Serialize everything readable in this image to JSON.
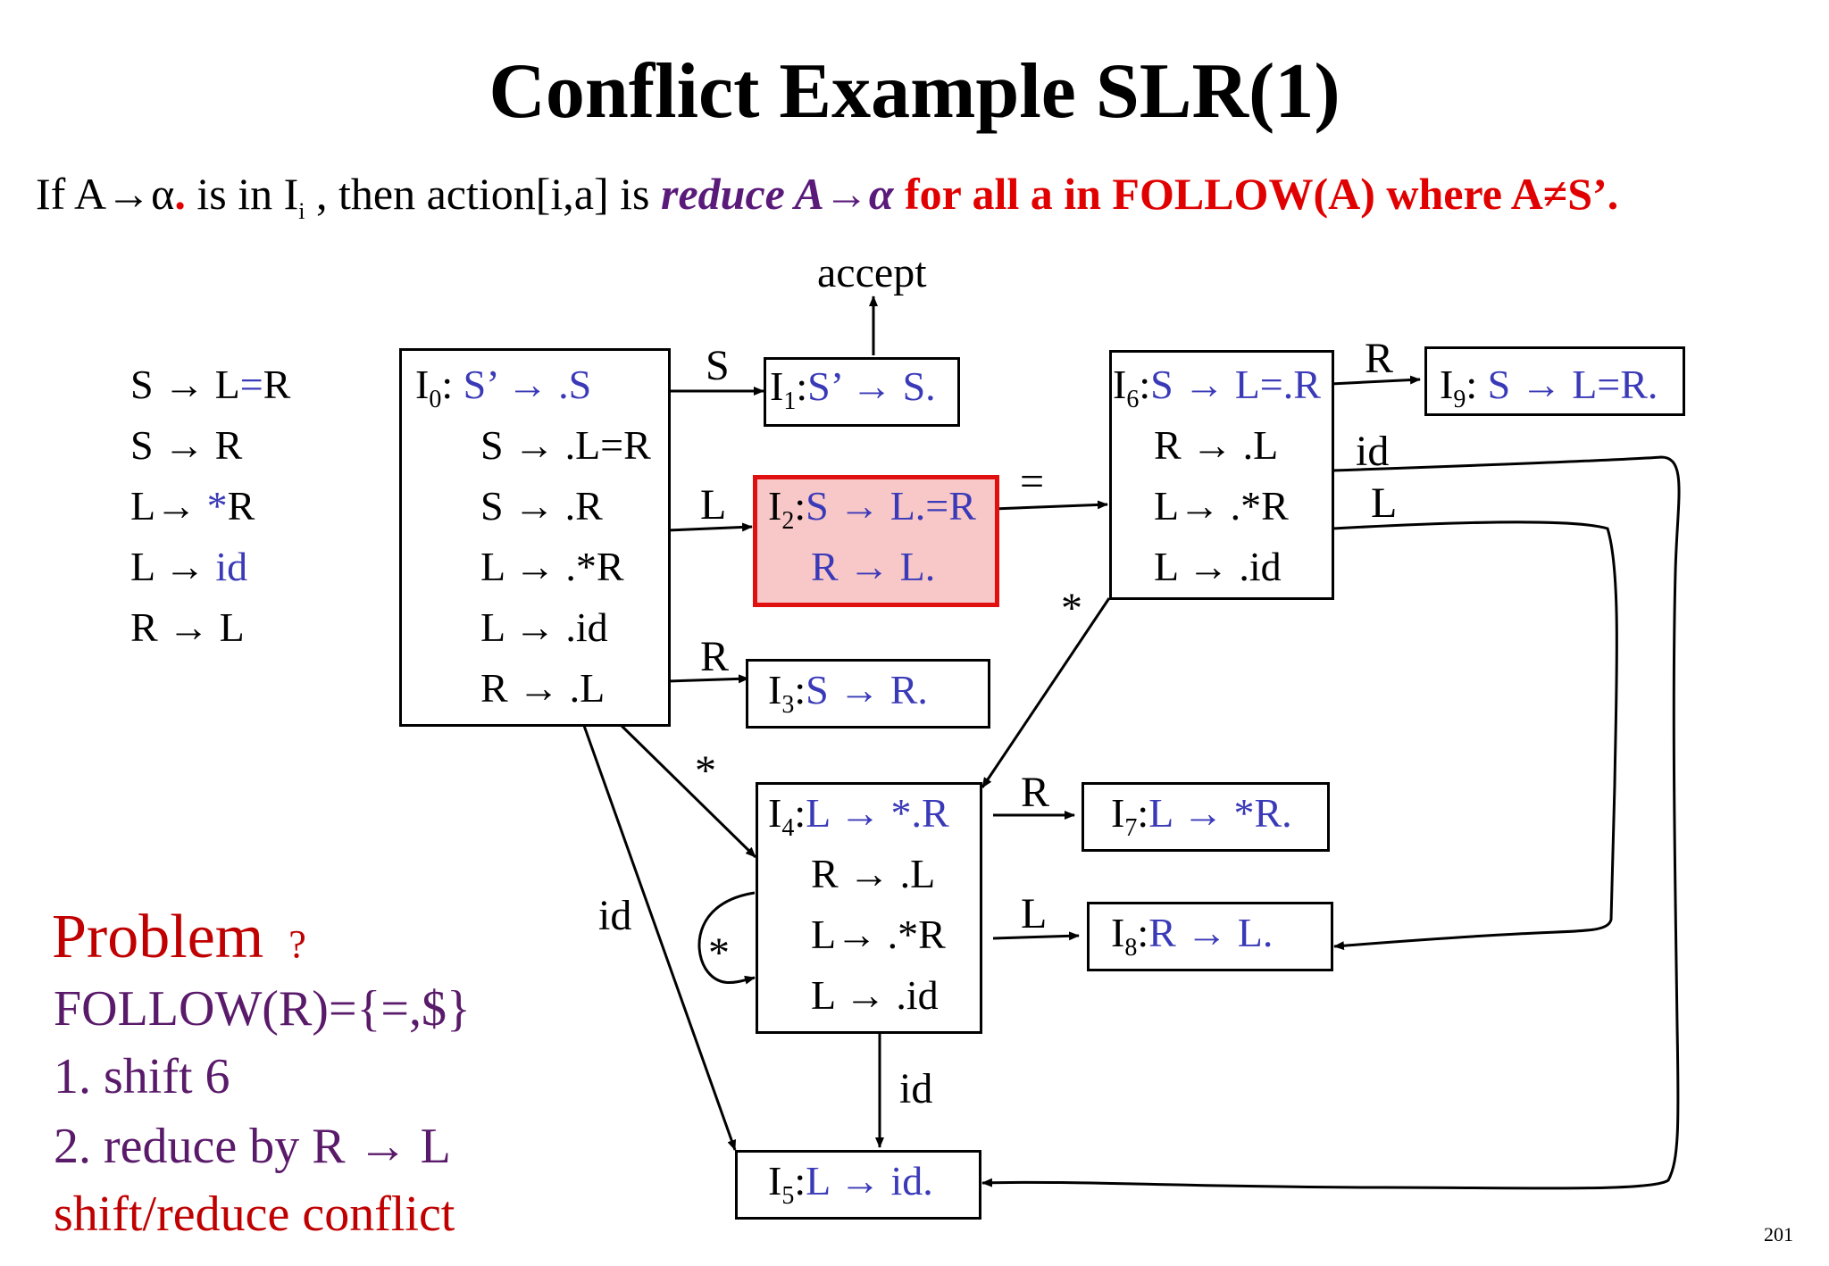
{
  "title": "Conflict Example SLR(1)",
  "rule": {
    "prefix": "If  A→α",
    "dot": ".",
    "middle": "  is in I",
    "sub": "i",
    "then": " , then action[i,a] is  ",
    "reduce": "reduce A→α",
    "follow": "  for all a in FOLLOW(A)",
    "where": "   where A≠S’."
  },
  "grammar": [
    {
      "lhs": "S → L",
      "rhs_blue": "=",
      "rhs_rest": "R"
    },
    {
      "lhs": "S → R",
      "rhs_blue": "",
      "rhs_rest": ""
    },
    {
      "lhs": "L→ ",
      "rhs_blue": "*",
      "rhs_rest": "R"
    },
    {
      "lhs": "L → ",
      "rhs_blue": "id",
      "rhs_rest": ""
    },
    {
      "lhs": "R → L",
      "rhs_blue": "",
      "rhs_rest": ""
    }
  ],
  "states": {
    "I0": {
      "name": "I",
      "sub": "0",
      "sep": ":  ",
      "first": "S’ → .S",
      "items": [
        "S → .L=R",
        "S → .R",
        "L → .*R",
        "L → .id",
        "R → .L"
      ]
    },
    "I1": {
      "name": "I",
      "sub": "1",
      "sep": ":",
      "first": "S’ → S."
    },
    "I2": {
      "name": "I",
      "sub": "2",
      "sep": ":",
      "first": "S → L.=R",
      "items": [
        "R → L."
      ]
    },
    "I3": {
      "name": "I",
      "sub": "3",
      "sep": ":",
      "first": "S → R."
    },
    "I4": {
      "name": "I",
      "sub": "4",
      "sep": ":",
      "first": "L → *.R",
      "items": [
        "R → .L",
        "L→ .*R",
        "L → .id"
      ]
    },
    "I5": {
      "name": "I",
      "sub": "5",
      "sep": ":",
      "first": "L → id."
    },
    "I6": {
      "name": "I",
      "sub": "6",
      "sep": ":",
      "first": "S → L=.R",
      "items": [
        "R → .L",
        "L→ .*R",
        "L → .id"
      ]
    },
    "I7": {
      "name": "I",
      "sub": "7",
      "sep": ":",
      "first": "L → *R."
    },
    "I8": {
      "name": "I",
      "sub": "8",
      "sep": ":",
      "first": "R → L."
    },
    "I9": {
      "name": "I",
      "sub": "9",
      "sep": ":  ",
      "first": "S → L=R."
    }
  },
  "edge_labels": {
    "accept": "accept",
    "s": "S",
    "l_i0_i2": "L",
    "r_i0_i3": "R",
    "star_i0_i4": "*",
    "id_i0_i5": "id",
    "eq_i2_i6": "=",
    "star_i6_i4": "*",
    "r_i6_i9": "R",
    "id_i6_i5": "id",
    "l_i6_i8": "L",
    "r_i4_i7": "R",
    "l_i4_i8": "L",
    "star_i4_loop": "*",
    "id_i4_i5": "id"
  },
  "problem": {
    "heading": "Problem",
    "q": "?",
    "follow": "FOLLOW(R)={=,$}",
    "opt1": "1.  shift 6",
    "opt2": "2.  reduce by R → L",
    "conclusion": "shift/reduce conflict"
  },
  "page_number": "201",
  "colors": {
    "highlight_fill": "#f8c8c8",
    "highlight_border": "#e01010",
    "item_blue": "#3a3ab8",
    "problem_red": "#c00000",
    "problem_purple": "#5a1a6a"
  }
}
